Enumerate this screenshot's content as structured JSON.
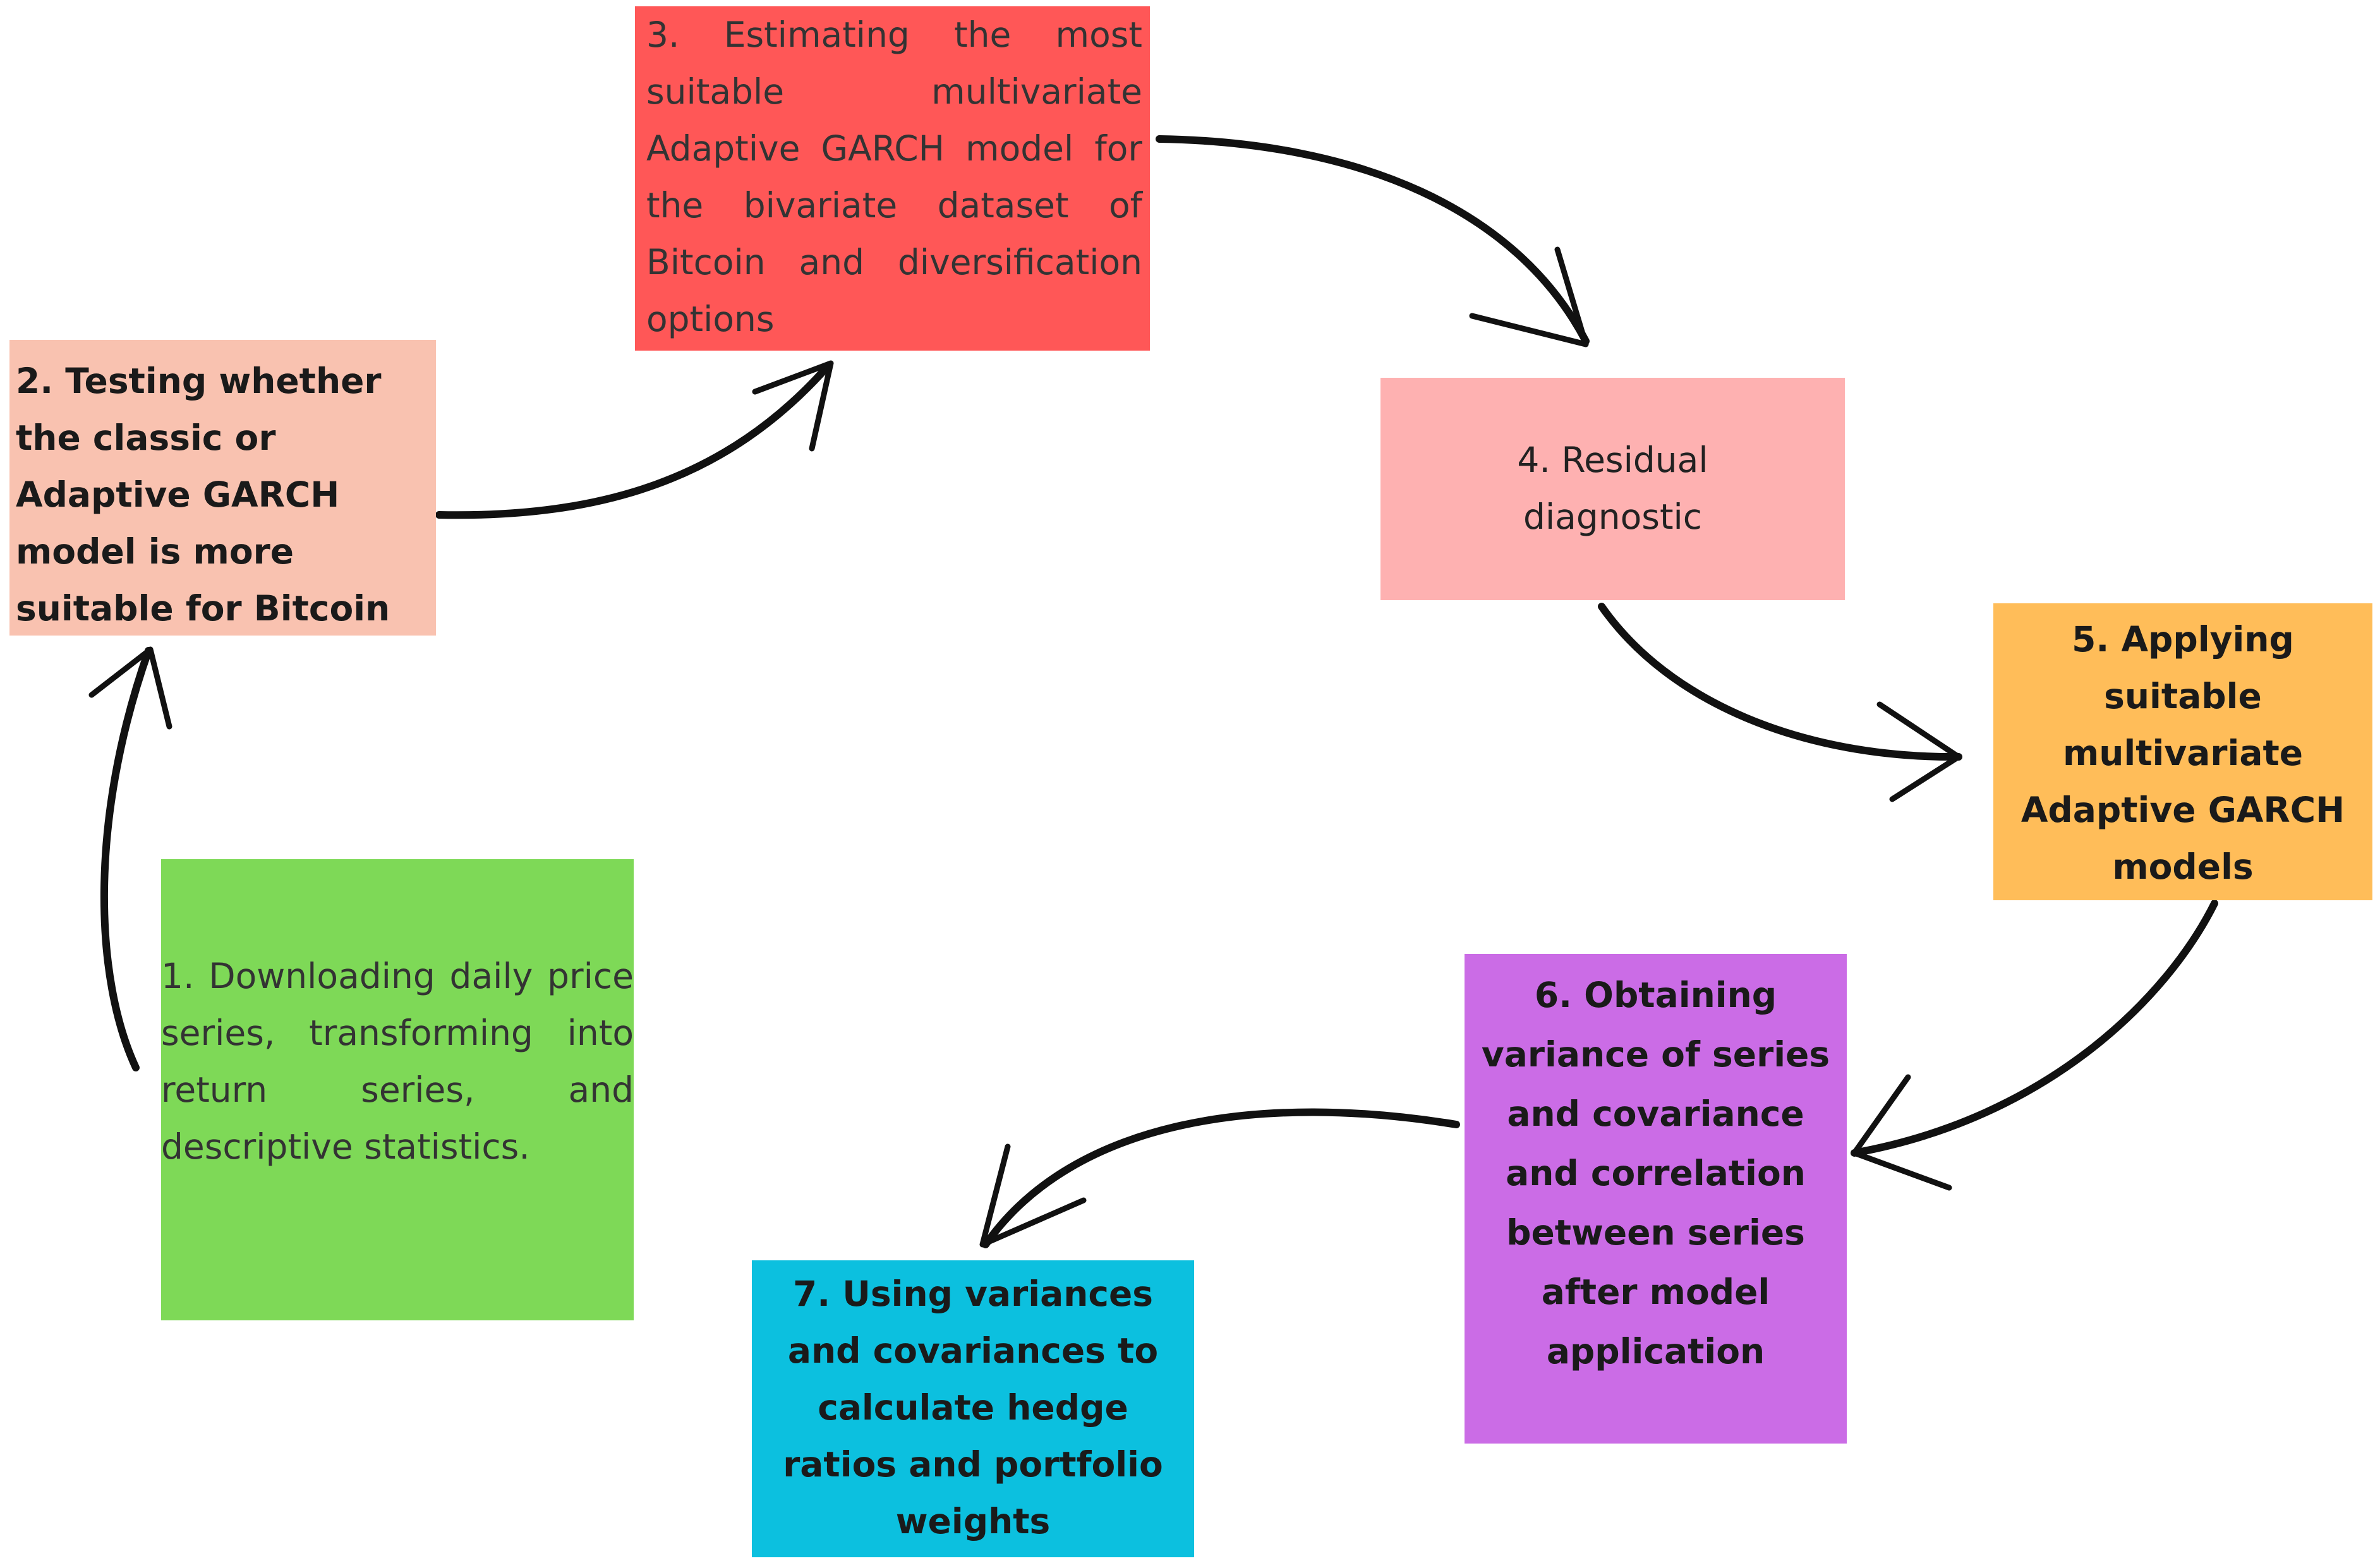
{
  "colors": {
    "step1": "#7ed957",
    "step2": "#f9c2b0",
    "step3": "#ff5757",
    "step4": "#feb1b1",
    "step5": "#ffbd59",
    "step6": "#cb6ce6",
    "step7": "#0cc0df",
    "arrow": "#111111"
  },
  "steps": [
    {
      "label": "1. Downloading daily price series, transforming into return series, and descriptive statistics."
    },
    {
      "label": "2. Testing whether the classic or Adaptive GARCH model is more suitable for Bitcoin"
    },
    {
      "label": "3. Estimating the most suitable multivariate Adaptive GARCH model for the bivariate dataset of Bitcoin and diversification options"
    },
    {
      "label": "4. Residual diagnostic"
    },
    {
      "label": "5. Applying suitable multivariate Adaptive GARCH models"
    },
    {
      "label": "6. Obtaining variance of series and covariance and correlation between series after model application"
    },
    {
      "label": "7. Using variances and covariances to calculate hedge ratios and portfolio weights"
    }
  ]
}
